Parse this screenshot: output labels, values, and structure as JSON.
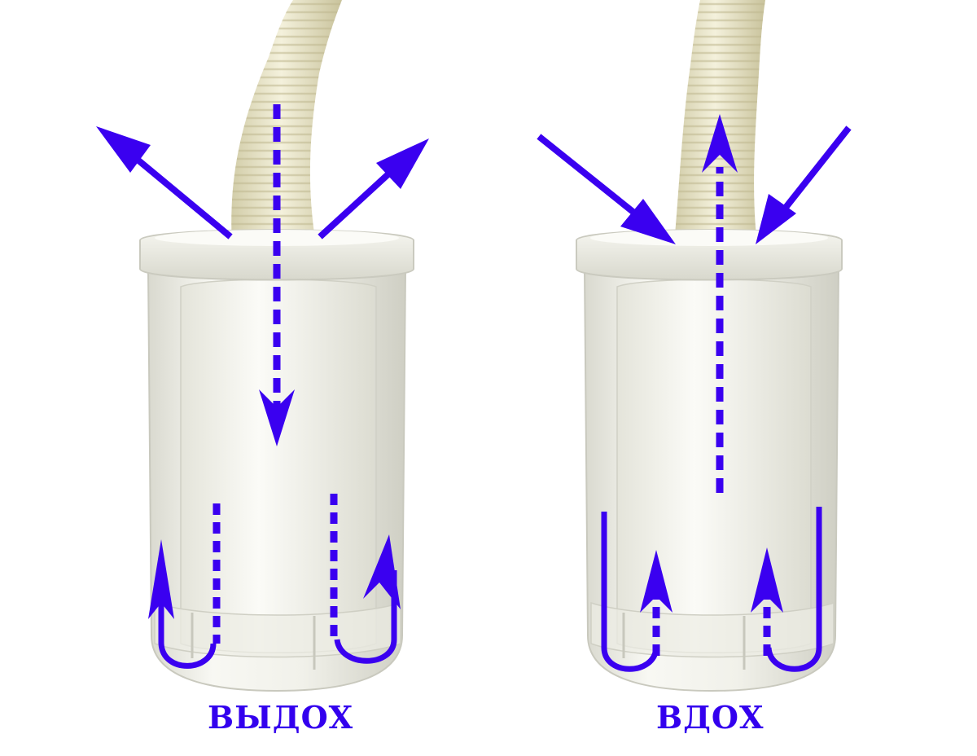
{
  "labels": {
    "left": "ВЫДОХ",
    "right": "ВДОХ"
  },
  "colors": {
    "arrow": "#3a00f0",
    "label": "#3300ee",
    "plastic": "#f1f1ea",
    "plastic_shadow": "#d6d6cc",
    "hose": "#ece9cf",
    "hose_rib": "#cfcaa6"
  },
  "icons": {
    "left": "exhale-airflow-diagram",
    "right": "inhale-airflow-diagram"
  }
}
